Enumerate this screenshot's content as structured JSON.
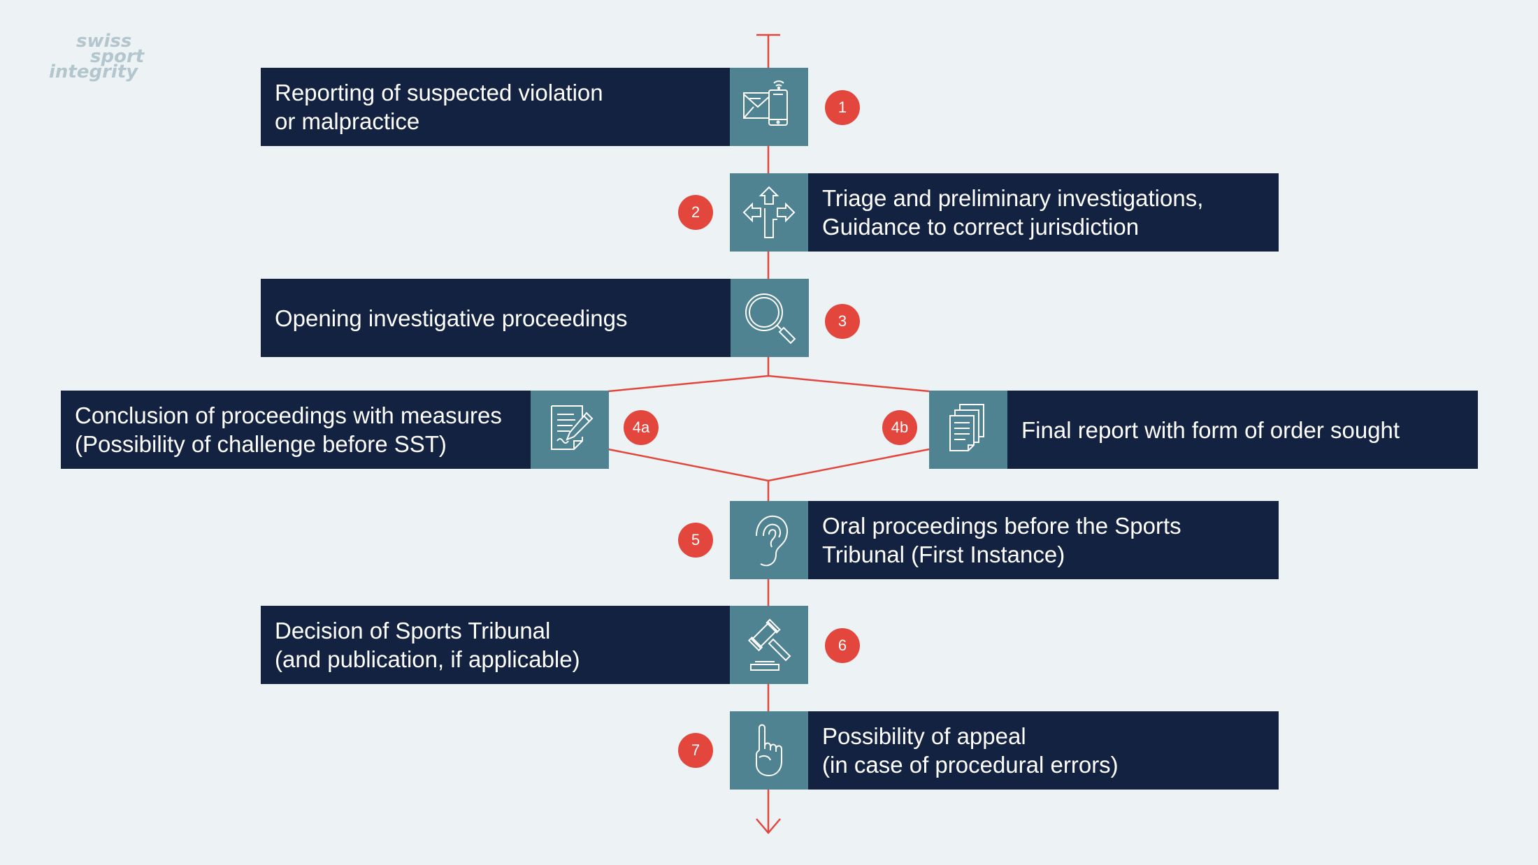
{
  "logo": {
    "line1": "swiss",
    "line2": "sport",
    "line3": "integrity"
  },
  "colors": {
    "background": "#edf2f5",
    "box": "#132241",
    "icon_tile": "#4f8391",
    "badge": "#e2463d",
    "line": "#e2463d"
  },
  "steps": [
    {
      "id": "1",
      "text": "Reporting of suspected violation\nor malpractice",
      "icon": "mail-phone-icon"
    },
    {
      "id": "2",
      "text": "Triage and preliminary investigations,\nGuidance to correct jurisdiction",
      "icon": "directions-icon"
    },
    {
      "id": "3",
      "text": "Opening investigative proceedings",
      "icon": "magnifier-icon"
    },
    {
      "id": "4a",
      "text": "Conclusion of proceedings with measures\n(Possibility of challenge before SST)",
      "icon": "document-pen-icon"
    },
    {
      "id": "4b",
      "text": "Final report with form of order sought",
      "icon": "documents-stack-icon"
    },
    {
      "id": "5",
      "text": "Oral proceedings before the Sports\nTribunal (First Instance)",
      "icon": "ear-icon"
    },
    {
      "id": "6",
      "text": "Decision of Sports Tribunal\n(and publication, if applicable)",
      "icon": "gavel-icon"
    },
    {
      "id": "7",
      "text": "Possibility of appeal\n(in case of procedural errors)",
      "icon": "hand-icon"
    }
  ]
}
